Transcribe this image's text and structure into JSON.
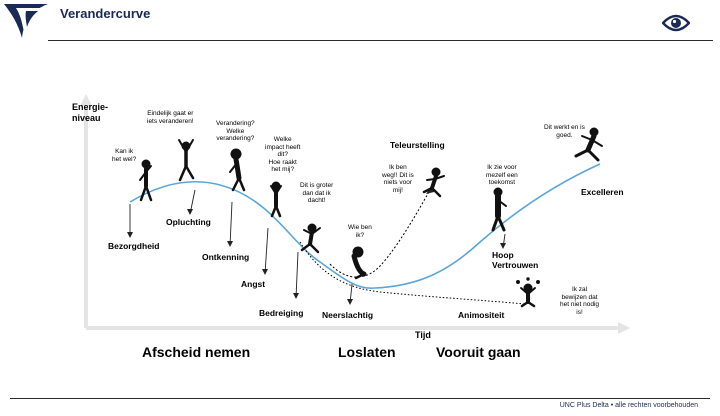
{
  "header": {
    "title": "Verandercurve"
  },
  "footer": {
    "text": "UNC Plus Delta • alle rechten voorbehouden"
  },
  "colors": {
    "curve": "#5aa6d8",
    "text": "#000000",
    "title": "#1b2a55",
    "axis": "#e4e4e4"
  },
  "icons": [
    "logo-icon",
    "eye-icon"
  ],
  "diagram": {
    "y_axis_label": "Energie-\nniveau",
    "x_axis_label": "Tijd",
    "phases": [
      "Afscheid nemen",
      "Loslaten",
      "Vooruit gaan"
    ],
    "stages": [
      "Bezorgdheid",
      "Opluchting",
      "Ontkenning",
      "Angst",
      "Bedreiging",
      "Neerslachtig",
      "Teleurstelling",
      "Animositeit",
      "Hoop\nVertrouwen",
      "Excelleren"
    ],
    "thoughts": [
      "Kan ik\nhet wel?",
      "Eindelijk gaat er\niets veranderen!",
      "Verandering?\nWelke\nverandering?",
      "Welke\nimpact heeft\ndit?\nHoe raakt\nhet mij?",
      "Dit is groter\ndan dat ik\ndacht!",
      "Wie ben\nik?",
      "Ik ben\nweg!! Dit is\nniets voor\nmij!",
      "Ik zie voor\nmezelf een\ntoekomst",
      "Dit werkt en is\ngoed.",
      "Ik zal\nbewijzen dat\nhet niet nodig\nis!"
    ]
  }
}
